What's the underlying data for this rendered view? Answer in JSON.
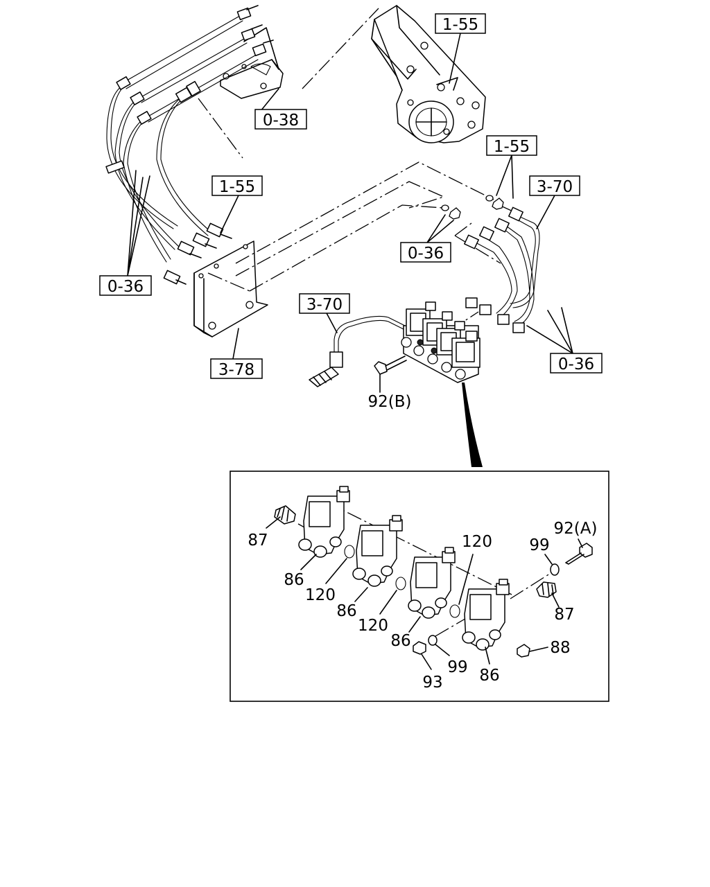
{
  "top_callouts": {
    "c_1_55_top": "1-55",
    "c_0_38": "0-38",
    "c_1_55_mid": "1-55",
    "c_1_55_left": "1-55",
    "c_3_70_right": "3-70",
    "c_0_36_left": "0-36",
    "c_0_36_center": "0-36",
    "c_3_70_left": "3-70",
    "c_3_78": "3-78",
    "c_0_36_right": "0-36",
    "p_92b": "92(B)"
  },
  "detail_labels": {
    "p_87_left": "87",
    "p_86_a": "86",
    "p_120_a": "120",
    "p_86_b": "86",
    "p_120_b": "120",
    "p_120_c": "120",
    "p_86_c": "86",
    "p_92a": "92(A)",
    "p_99_top": "99",
    "p_87_right": "87",
    "p_88": "88",
    "p_99_bottom": "99",
    "p_93": "93",
    "p_86_d": "86"
  }
}
